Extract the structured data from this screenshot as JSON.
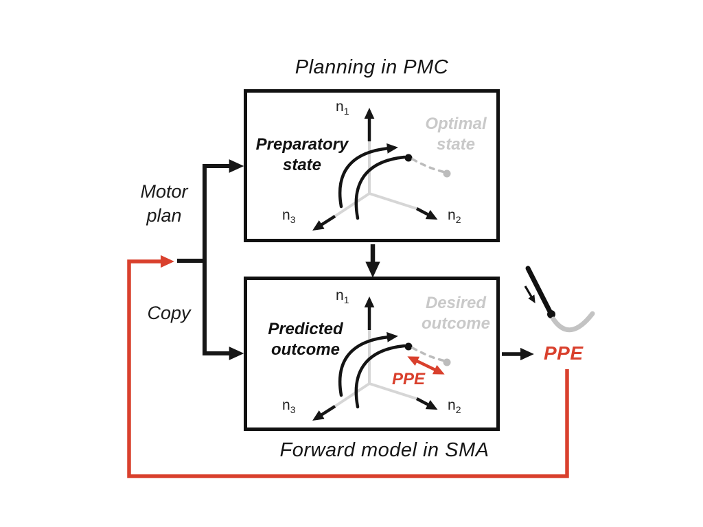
{
  "slide": {
    "top_section_title": "Planning in PMC",
    "bottom_section_title": "Forward model in SMA"
  },
  "axes": {
    "n1": {
      "base": "n",
      "sub": "1"
    },
    "n2": {
      "base": "n",
      "sub": "2"
    },
    "n3": {
      "base": "n",
      "sub": "3"
    }
  },
  "top_box": {
    "state_line1": "Preparatory",
    "state_line2": "state",
    "goal_line1": "Optimal",
    "goal_line2": "state"
  },
  "bottom_box": {
    "state_line1": "Predicted",
    "state_line2": "outcome",
    "goal_line1": "Desired",
    "goal_line2": "outcome",
    "error_label": "PPE"
  },
  "left_labels": {
    "motor_plan_line1": "Motor",
    "motor_plan_line2": "plan",
    "copy": "Copy"
  },
  "right_labels": {
    "ppe_output": "PPE"
  },
  "icons": {
    "swing": "swinging-limb-trajectory-icon"
  },
  "colors": {
    "accent_red": "#d9402d",
    "diagram_black": "#161616",
    "muted_gray": "#c9c9c9",
    "axis_gray": "#d6d6d6"
  }
}
